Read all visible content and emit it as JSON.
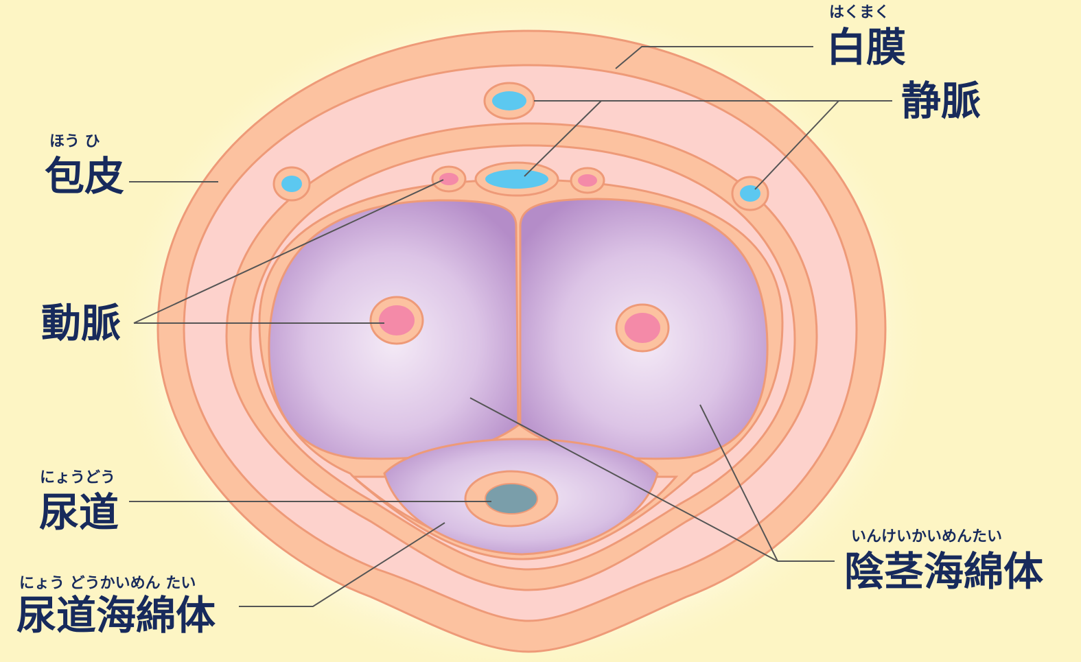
{
  "labels": {
    "tunica_albuginea": {
      "text": "白膜",
      "reading": "はくまく"
    },
    "veins": {
      "text": "静脈",
      "reading": ""
    },
    "foreskin": {
      "text": "包皮",
      "reading": "ほう ひ"
    },
    "arteries": {
      "text": "動脈",
      "reading": ""
    },
    "urethra": {
      "text": "尿道",
      "reading": "にょうどう"
    },
    "corpus_spongiosum": {
      "text": "尿道海綿体",
      "reading": "にょう どうかいめん たい"
    },
    "corpus_cavernosum": {
      "text": "陰茎海綿体",
      "reading": "いんけいかいめんたい"
    }
  },
  "colors": {
    "background": "#fdf5c4",
    "skin_layer": "#fcc2a0",
    "inner_layer": "#fdd2cc",
    "outline": "#ee9a78",
    "cavernous_tissue": "#c6a4d6",
    "vein_fill": "#5cc8f0",
    "artery_fill": "#f48aa8",
    "urethra_lumen": "#7a9eaa",
    "text": "#172a5c",
    "leader_line": "#555555"
  }
}
